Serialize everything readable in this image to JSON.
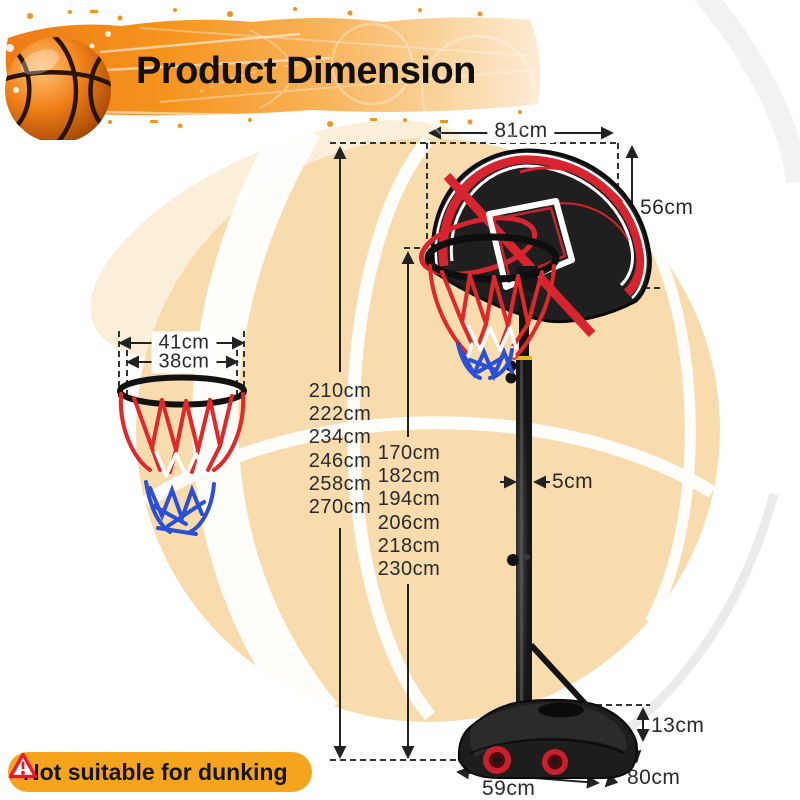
{
  "header": {
    "title": "Product Dimension"
  },
  "warning": {
    "text": "Not suitable for dunking"
  },
  "dimensions": {
    "backboard_width": "81cm",
    "backboard_height": "56cm",
    "rim_outer_diameter": "41cm",
    "rim_inner_diameter": "38cm",
    "pole_diameter": "5cm",
    "base_height": "13cm",
    "base_width": "59cm",
    "base_depth": "80cm"
  },
  "height_adjustments": {
    "overall_heights": [
      "210cm",
      "222cm",
      "234cm",
      "246cm",
      "258cm",
      "270cm"
    ],
    "rim_heights": [
      "170cm",
      "182cm",
      "194cm",
      "206cm",
      "218cm",
      "230cm"
    ]
  },
  "colors": {
    "banner_orange": "#F5941D",
    "badge_orange": "#F6A41D",
    "warning_red": "#E8192C",
    "backboard_red": "#D8242F",
    "net_red": "#E0282A",
    "net_blue": "#2B4FD5",
    "watermark_tan": "#F8DCAE",
    "wheel_red": "#C8202C",
    "line_dark": "#222222"
  }
}
